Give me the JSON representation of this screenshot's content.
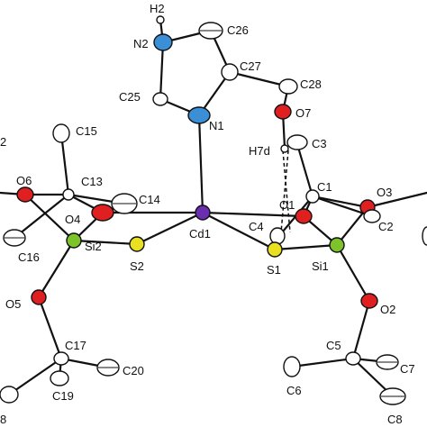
{
  "colors": {
    "carbon": "#ffffff",
    "nitrogen": "#3a8fd6",
    "oxygen": "#e02020",
    "sulfur": "#e8e020",
    "silicon": "#7cc42a",
    "cadmium": "#6a2fb0",
    "hydrogen": "#ffffff"
  },
  "labels": {
    "H2": "H2",
    "N2": "N2",
    "C26": "C26",
    "C27": "C27",
    "C28": "C28",
    "C25": "C25",
    "N1": "N1",
    "O7": "O7",
    "C15": "C15",
    "H7d": "H7d",
    "C3": "C3",
    "O6": "O6",
    "C13": "C13",
    "C14": "C14",
    "O1": "O1",
    "C1": "C1",
    "O3": "O3",
    "O4": "O4",
    "C4": "C4",
    "C2": "C2",
    "C16": "C16",
    "Si2": "Si2",
    "S2": "S2",
    "Cd1": "Cd1",
    "S1": "S1",
    "Si1": "Si1",
    "O5": "O5",
    "O2": "O2",
    "C17": "C17",
    "C5": "C5",
    "C20": "C20",
    "C7": "C7",
    "C19": "C19",
    "C6": "C6",
    "C8": "C8",
    "edge_2": "2",
    "edge_8": "8"
  }
}
